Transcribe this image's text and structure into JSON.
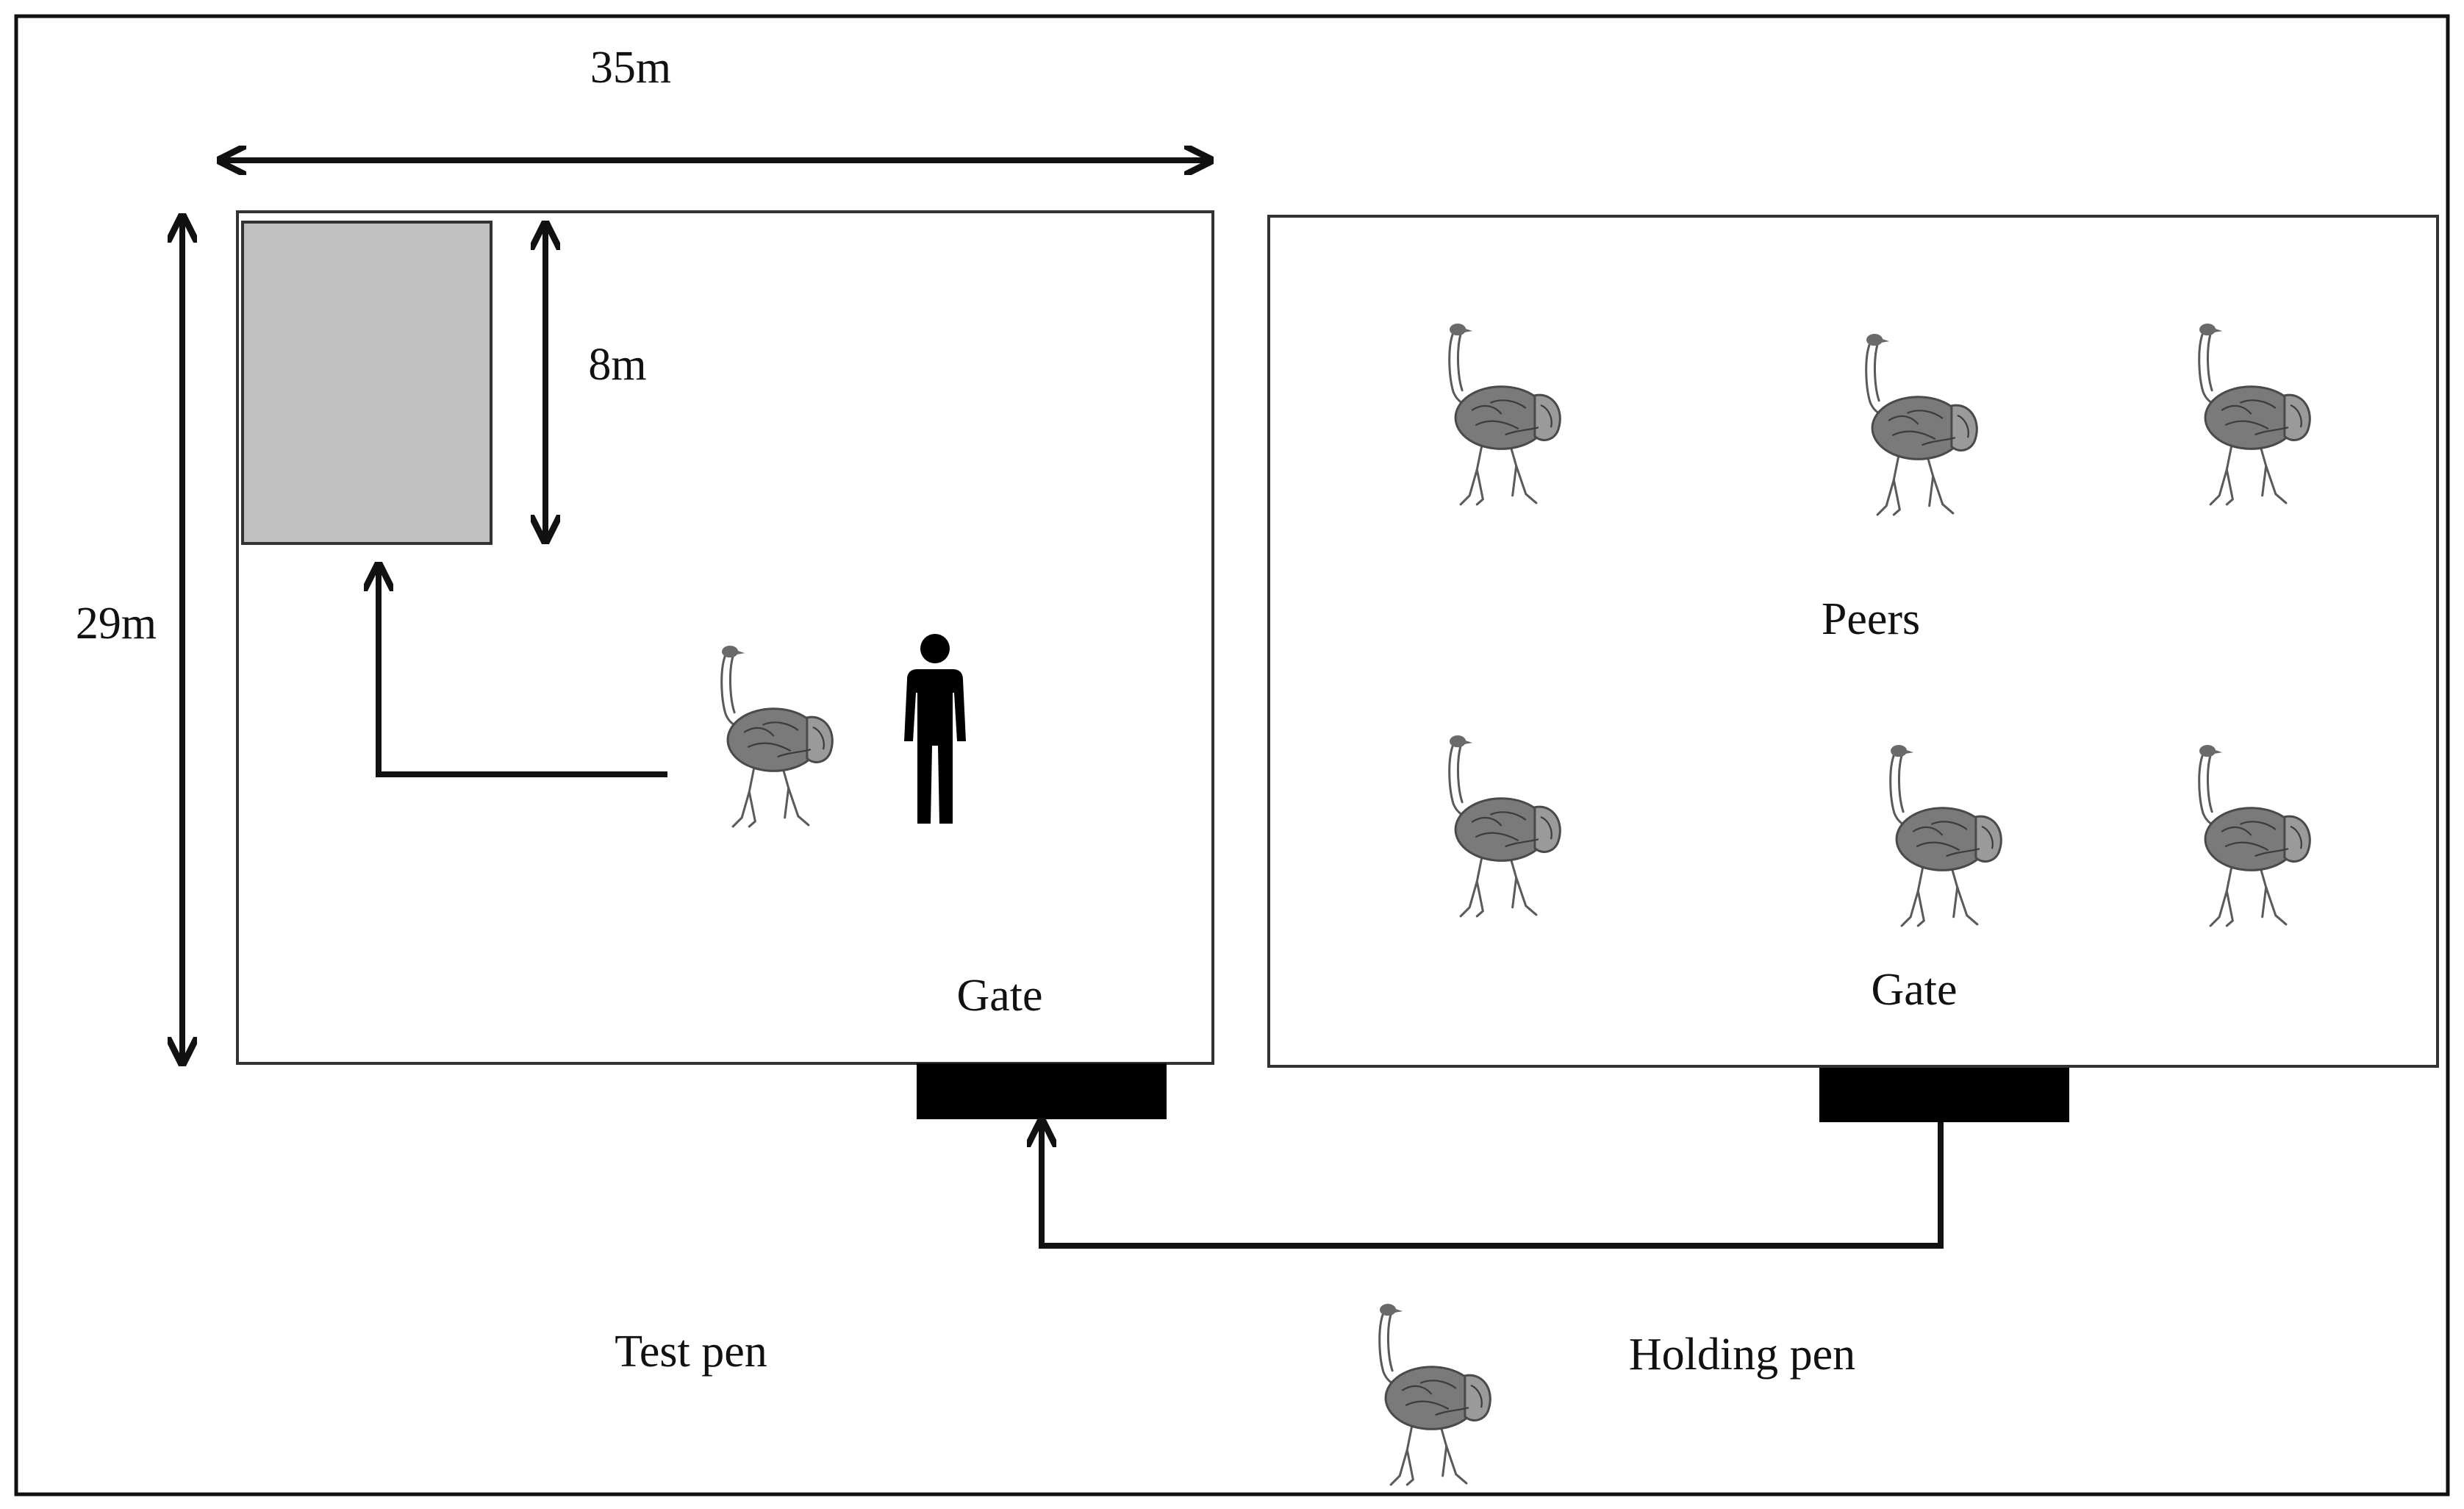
{
  "labels": {
    "width_dim": "35m",
    "height_dim": "29m",
    "shelter_dim": "8m",
    "peers": "Peers",
    "gate_test": "Gate",
    "gate_holding": "Gate",
    "test_pen": "Test pen",
    "holding_pen": "Holding pen"
  },
  "colors": {
    "line": "#111111",
    "shelter_fill": "#c0c0c0",
    "gate_fill": "#000000",
    "background": "#ffffff"
  },
  "icons": {
    "bird": "ostrich-icon",
    "person": "person-icon"
  }
}
